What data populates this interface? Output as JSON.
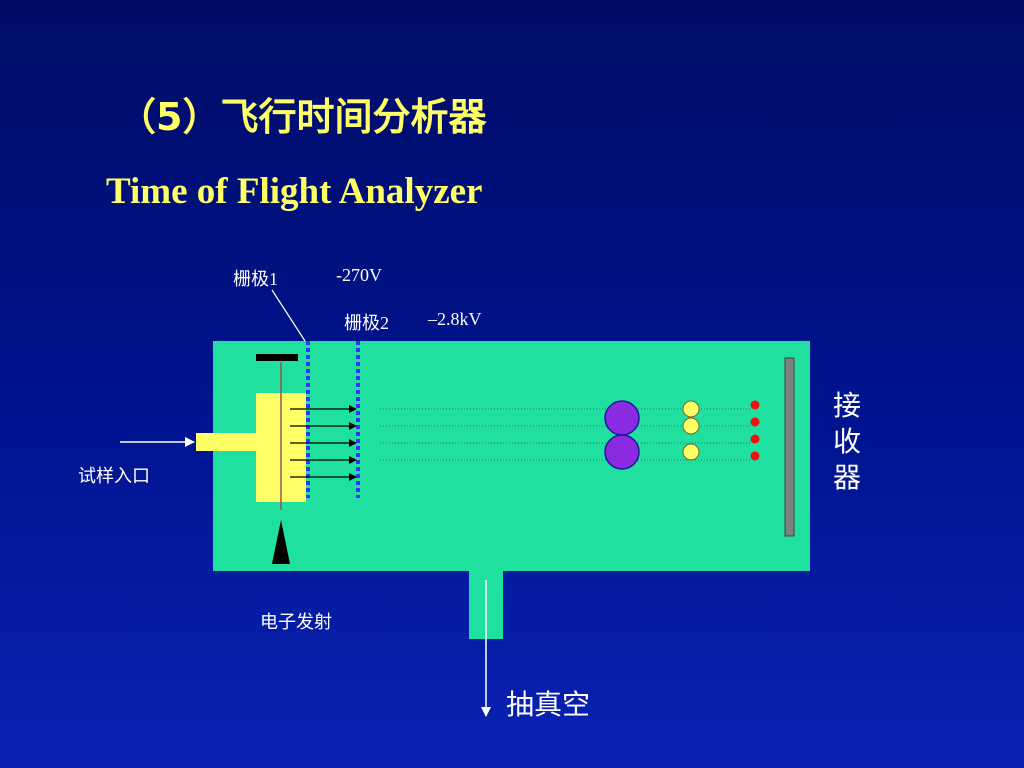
{
  "title": "（5）飞行时间分析器",
  "subtitle": "Time of Flight Analyzer",
  "labels": {
    "grid1": "栅极1",
    "grid1_voltage": "-270V",
    "grid2": "栅极2",
    "grid2_voltage": "–2.8kV",
    "sample_inlet": "试样入口",
    "electron_emission": "电子发射",
    "vacuum": "抽真空",
    "receiver_chars": [
      "接",
      "收",
      "器"
    ]
  },
  "colors": {
    "chamber": "#20e0a0",
    "source_block": "#ffff66",
    "grid_line": "#3333ff",
    "large_ion": "#8a2be2",
    "medium_ion": "#ffff66",
    "small_ion": "#ee1111",
    "detector": "#808080"
  }
}
